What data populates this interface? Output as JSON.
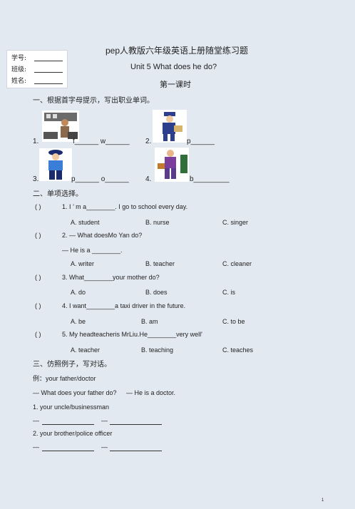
{
  "info": {
    "student_no_label": "学号:",
    "class_label": "班级:",
    "name_label": "姓名:"
  },
  "title": "pep人教版六年级英语上册随堂练习题",
  "unit": "Unit  5    What  does he do?",
  "lesson": "第一课时",
  "sections": {
    "s1": "一、根据首字母提示，写出职业单词。",
    "s2": "二、单项选择。",
    "s3": "三、仿照例子，写对话。"
  },
  "jobs": [
    {
      "num": "1.",
      "text": "f______  w______"
    },
    {
      "num": "2.",
      "text": "p______"
    },
    {
      "num": "3.",
      "text": "p______ o______"
    },
    {
      "num": "4.",
      "text": "b_________"
    }
  ],
  "questions": [
    {
      "paren": "(      )",
      "stem": "1. I ’ m a________. I go to  school every day.",
      "options": [
        "A. student",
        "B. nurse",
        "C. singer"
      ]
    },
    {
      "paren": "(      )",
      "stem": "2. — What doesMo Yan do?",
      "sub": "— He is a ________.",
      "options": [
        "A. writer",
        "B. teacher",
        "C. cleaner"
      ]
    },
    {
      "paren": "(      )",
      "stem": "3. What________your mother do?",
      "options": [
        "A. do",
        "B. does",
        "C. is"
      ]
    },
    {
      "paren": "(      )",
      "stem": "4. I want________a taxi driver in the future.",
      "options": [
        "A. be",
        "B. am",
        "C. to be"
      ]
    },
    {
      "paren": "(      )",
      "stem": "5. My  headteacheris MrLiu.He________very  well'",
      "options": [
        "A. teacher",
        "B. teaching",
        "C. teaches"
      ]
    }
  ],
  "example": {
    "label": "例：",
    "prompt": "your father/doctor",
    "q": "— What does your father do?",
    "a": "— He is a doctor."
  },
  "tasks": [
    {
      "prompt": "1.  your uncle/businessman",
      "dash1": "—",
      "dash2": "—"
    },
    {
      "prompt": "2.  your brother/police officer",
      "dash1": "—",
      "dash2": "—"
    }
  ],
  "page_number": "1"
}
